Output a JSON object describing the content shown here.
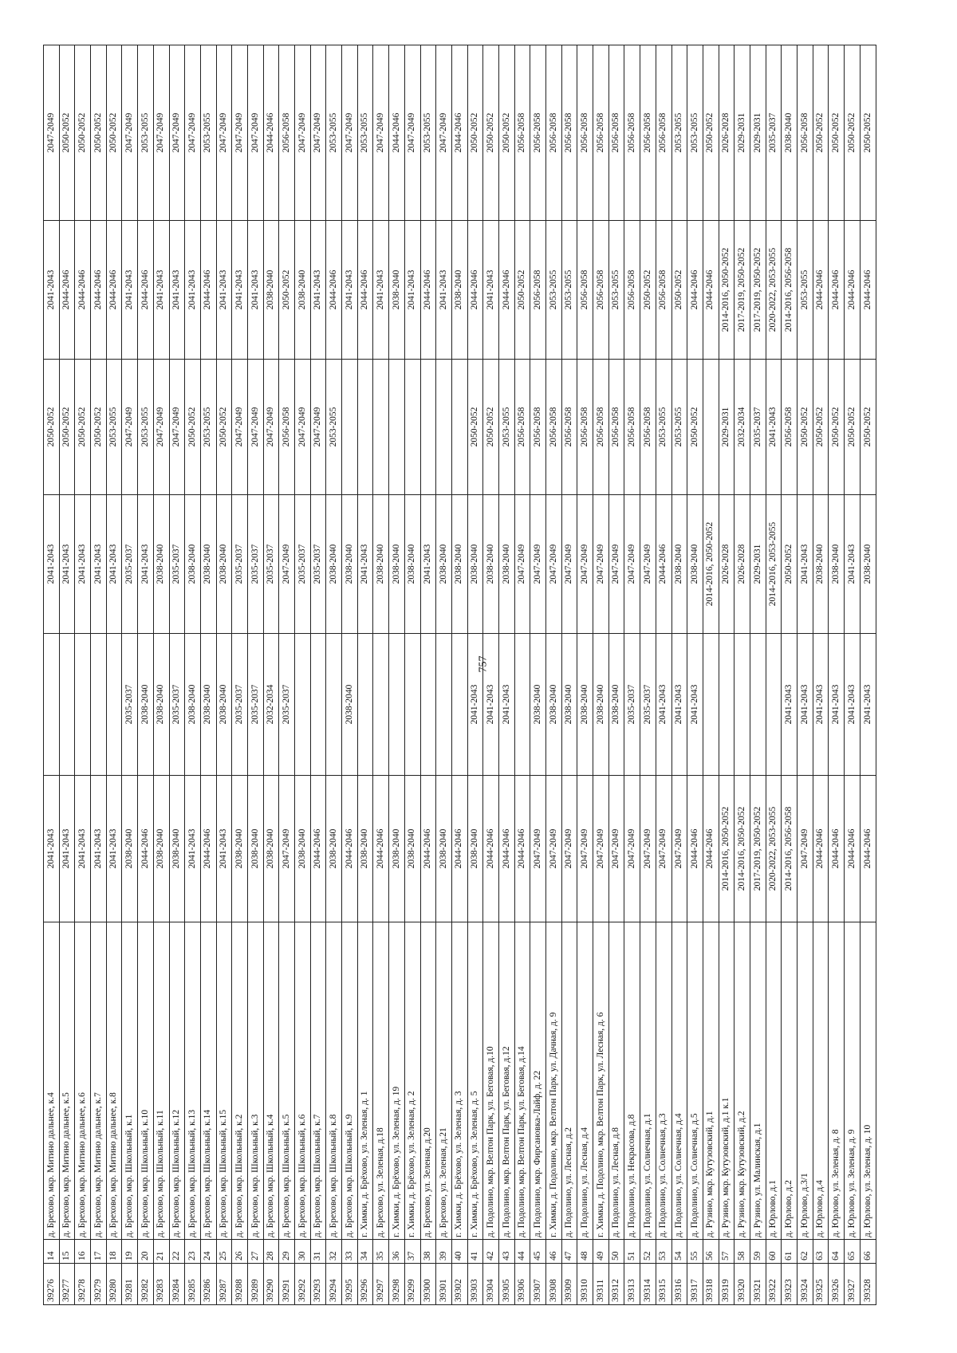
{
  "page_number": "757",
  "table": {
    "rows": [
      [
        "39276",
        "14",
        "д. Брехово, мкр. Митино дальнее, к.4",
        "2041-2043",
        "",
        "2041-2043",
        "2050-2052",
        "2041-2043",
        "2047-2049"
      ],
      [
        "39277",
        "15",
        "д. Брехово, мкр. Митино дальнее, к.5",
        "2041-2043",
        "",
        "2041-2043",
        "2050-2052",
        "2044-2046",
        "2050-2052"
      ],
      [
        "39278",
        "16",
        "д. Брехово, мкр. Митино дальнее, к.6",
        "2041-2043",
        "",
        "2041-2043",
        "2050-2052",
        "2044-2046",
        "2050-2052"
      ],
      [
        "39279",
        "17",
        "д. Брехово, мкр. Митино дальнее, к.7",
        "2041-2043",
        "",
        "2041-2043",
        "2050-2052",
        "2044-2046",
        "2050-2052"
      ],
      [
        "39280",
        "18",
        "д. Брехово, мкр. Митино дальнее, к.8",
        "2041-2043",
        "",
        "2041-2043",
        "2053-2055",
        "2044-2046",
        "2050-2052"
      ],
      [
        "39281",
        "19",
        "д. Брехово, мкр. Школьный, к.1",
        "2038-2040",
        "2035-2037",
        "2035-2037",
        "2047-2049",
        "2041-2043",
        "2047-2049"
      ],
      [
        "39282",
        "20",
        "д. Брехово, мкр. Школьный, к.10",
        "2044-2046",
        "2038-2040",
        "2041-2043",
        "2053-2055",
        "2044-2046",
        "2053-2055"
      ],
      [
        "39283",
        "21",
        "д. Брехово, мкр. Школьный, к.11",
        "2038-2040",
        "2038-2040",
        "2038-2040",
        "2047-2049",
        "2041-2043",
        "2047-2049"
      ],
      [
        "39284",
        "22",
        "д. Брехово, мкр. Школьный, к.12",
        "2038-2040",
        "2035-2037",
        "2035-2037",
        "2047-2049",
        "2041-2043",
        "2047-2049"
      ],
      [
        "39285",
        "23",
        "д. Брехово, мкр. Школьный, к.13",
        "2041-2043",
        "2038-2040",
        "2038-2040",
        "2050-2052",
        "2041-2043",
        "2047-2049"
      ],
      [
        "39286",
        "24",
        "д. Брехово, мкр. Школьный, к.14",
        "2044-2046",
        "2038-2040",
        "2038-2040",
        "2053-2055",
        "2044-2046",
        "2053-2055"
      ],
      [
        "39287",
        "25",
        "д. Брехово, мкр. Школьный, к.15",
        "2041-2043",
        "2038-2040",
        "2038-2040",
        "2050-2052",
        "2041-2043",
        "2047-2049"
      ],
      [
        "39288",
        "26",
        "д. Брехово, мкр. Школьный, к.2",
        "2038-2040",
        "2035-2037",
        "2035-2037",
        "2047-2049",
        "2041-2043",
        "2047-2049"
      ],
      [
        "39289",
        "27",
        "д. Брехово, мкр. Школьный, к.3",
        "2038-2040",
        "2035-2037",
        "2035-2037",
        "2047-2049",
        "2041-2043",
        "2047-2049"
      ],
      [
        "39290",
        "28",
        "д. Брехово, мкр. Школьный, к.4",
        "2038-2040",
        "2032-2034",
        "2035-2037",
        "2047-2049",
        "2038-2040",
        "2044-2046"
      ],
      [
        "39291",
        "29",
        "д. Брехово, мкр. Школьный, к.5",
        "2047-2049",
        "2035-2037",
        "2047-2049",
        "2056-2058",
        "2050-2052",
        "2056-2058"
      ],
      [
        "39292",
        "30",
        "д. Брехово, мкр. Школьный, к.6",
        "2038-2040",
        "",
        "2035-2037",
        "2047-2049",
        "2038-2040",
        "2047-2049"
      ],
      [
        "39293",
        "31",
        "д. Брехово, мкр. Школьный, к.7",
        "2044-2046",
        "",
        "2035-2037",
        "2047-2049",
        "2041-2043",
        "2047-2049"
      ],
      [
        "39294",
        "32",
        "д. Брехово, мкр. Школьный, к.8",
        "2038-2040",
        "",
        "2038-2040",
        "2053-2055",
        "2044-2046",
        "2053-2055"
      ],
      [
        "39295",
        "33",
        "д. Брехово, мкр. Школьный, к.9",
        "2044-2046",
        "2038-2040",
        "2038-2040",
        "",
        "2041-2043",
        "2047-2049"
      ],
      [
        "39296",
        "34",
        "г. Химки, д. Брёхово, ул. Зеленая, д. 1",
        "2038-2040",
        "",
        "2041-2043",
        "",
        "2044-2046",
        "2053-2055"
      ],
      [
        "39297",
        "35",
        "д. Брехово, ул. Зеленая, д.18",
        "2044-2046",
        "",
        "2038-2040",
        "",
        "2041-2043",
        "2047-2049"
      ],
      [
        "39298",
        "36",
        "г. Химки, д. Брёхово, ул. Зеленая, д. 19",
        "2038-2040",
        "",
        "2038-2040",
        "",
        "2038-2040",
        "2044-2046"
      ],
      [
        "39299",
        "37",
        "г. Химки, д. Брёхово, ул. Зеленая, д. 2",
        "2038-2040",
        "",
        "2038-2040",
        "",
        "2041-2043",
        "2047-2049"
      ],
      [
        "39300",
        "38",
        "д. Брехово, ул. Зеленая, д.20",
        "2044-2046",
        "",
        "2041-2043",
        "",
        "2044-2046",
        "2053-2055"
      ],
      [
        "39301",
        "39",
        "д. Брехово, ул. Зеленая, д.21",
        "2038-2040",
        "",
        "2038-2040",
        "",
        "2041-2043",
        "2047-2049"
      ],
      [
        "39302",
        "40",
        "г. Химки, д. Брёхово, ул. Зеленая, д. 3",
        "2044-2046",
        "",
        "2038-2040",
        "",
        "2038-2040",
        "2044-2046"
      ],
      [
        "39303",
        "41",
        "г. Химки, д. Брёхово, ул. Зеленая, д. 5",
        "2038-2040",
        "2041-2043",
        "2038-2040",
        "2050-2052",
        "2044-2046",
        "2050-2052"
      ],
      [
        "39304",
        "42",
        "д. Подолино, мкр. Велтон Парк, ул. Беговая, д.10",
        "2044-2046",
        "2041-2043",
        "2038-2040",
        "2050-2052",
        "2041-2043",
        "2050-2052"
      ],
      [
        "39305",
        "43",
        "д. Подолино, мкр. Велтон Парк, ул. Беговая, д.12",
        "2044-2046",
        "2041-2043",
        "2038-2040",
        "2053-2055",
        "2044-2046",
        "2050-2052"
      ],
      [
        "39306",
        "44",
        "д. Подолино, мкр. Велтон Парк, ул. Беговая, д.14",
        "2044-2046",
        "",
        "2047-2049",
        "2056-2058",
        "2050-2052",
        "2056-2058"
      ],
      [
        "39307",
        "45",
        "д. Подолино, мкр. Фирсановка-Лайф, д. 22",
        "2047-2049",
        "2038-2040",
        "2047-2049",
        "2056-2058",
        "2056-2058",
        "2056-2058"
      ],
      [
        "39308",
        "46",
        "г. Химки, д. Подолино, мкр. Велтон Парк, ул. Дачная, д. 9",
        "2047-2049",
        "2038-2040",
        "2047-2049",
        "2056-2058",
        "2053-2055",
        "2056-2058"
      ],
      [
        "39309",
        "47",
        "д. Подолино, ул. Лесная, д.2",
        "2047-2049",
        "2038-2040",
        "2047-2049",
        "2056-2058",
        "2053-2055",
        "2056-2058"
      ],
      [
        "39310",
        "48",
        "д. Подолино, ул. Лесная, д.4",
        "2047-2049",
        "2038-2040",
        "2047-2049",
        "2056-2058",
        "2056-2058",
        "2056-2058"
      ],
      [
        "39311",
        "49",
        "г. Химки, д. Подолино, мкр. Велтон Парк, ул. Лесная, д. 6",
        "2047-2049",
        "2038-2040",
        "2047-2049",
        "2056-2058",
        "2056-2058",
        "2056-2058"
      ],
      [
        "39312",
        "50",
        "д. Подолино, ул. Лесная, д.8",
        "2047-2049",
        "2038-2040",
        "2047-2049",
        "2056-2058",
        "2053-2055",
        "2056-2058"
      ],
      [
        "39313",
        "51",
        "д. Подолино, ул. Некрасова, д.8",
        "2047-2049",
        "2035-2037",
        "2047-2049",
        "2056-2058",
        "2056-2058",
        "2056-2058"
      ],
      [
        "39314",
        "52",
        "д. Подолино, ул. Солнечная, д.1",
        "2047-2049",
        "2035-2037",
        "2047-2049",
        "2056-2058",
        "2050-2052",
        "2056-2058"
      ],
      [
        "39315",
        "53",
        "д. Подолино, ул. Солнечная, д.3",
        "2047-2049",
        "2041-2043",
        "2044-2046",
        "2053-2055",
        "2056-2058",
        "2056-2058"
      ],
      [
        "39316",
        "54",
        "д. Подолино, ул. Солнечная, д.4",
        "2047-2049",
        "2041-2043",
        "2038-2040",
        "2053-2055",
        "2050-2052",
        "2053-2055"
      ],
      [
        "39317",
        "55",
        "д. Подолино, ул. Солнечная, д.5",
        "2044-2046",
        "2041-2043",
        "2038-2040",
        "2050-2052",
        "2044-2046",
        "2053-2055"
      ],
      [
        "39318",
        "56",
        "д. Рузино, мкр. Кутузовский, д.1",
        "2044-2046",
        "",
        "2014-2016, 2050-2052",
        "",
        "2044-2046",
        "2050-2052"
      ],
      [
        "39319",
        "57",
        "д. Рузино, мкр. Кутузовский, д.1 к.1",
        "2014-2016, 2050-2052",
        "",
        "2026-2028",
        "2029-2031",
        "2014-2016, 2050-2052",
        "2026-2028"
      ],
      [
        "39320",
        "58",
        "д. Рузино, мкр. Кутузовский, д.2",
        "2014-2016, 2050-2052",
        "",
        "2026-2028",
        "2032-2034",
        "2017-2019, 2050-2052",
        "2029-2031"
      ],
      [
        "39321",
        "59",
        "д. Рузино, ул. Малинская, д.1",
        "2017-2019, 2050-2052",
        "",
        "2029-2031",
        "2035-2037",
        "2017-2019, 2050-2052",
        "2029-2031"
      ],
      [
        "39322",
        "60",
        "д. Юрлово, д.1",
        "2020-2022, 2053-2055",
        "",
        "2014-2016, 2053-2055",
        "2041-2043",
        "2020-2022, 2053-2055",
        "2035-2037"
      ],
      [
        "39323",
        "61",
        "д. Юрлово, д.2",
        "2014-2016, 2056-2058",
        "2041-2043",
        "2050-2052",
        "2056-2058",
        "2014-2016, 2056-2058",
        "2038-2040"
      ],
      [
        "39324",
        "62",
        "д. Юрлово, д.3/1",
        "2047-2049",
        "2041-2043",
        "2041-2043",
        "2050-2052",
        "2053-2055",
        "2056-2058"
      ],
      [
        "39325",
        "63",
        "д. Юрлово, д.4",
        "2044-2046",
        "2041-2043",
        "2038-2040",
        "2050-2052",
        "2044-2046",
        "2050-2052"
      ],
      [
        "39326",
        "64",
        "д. Юрлово, ул. Зеленая, д. 8",
        "2044-2046",
        "2041-2043",
        "2038-2040",
        "2050-2052",
        "2044-2046",
        "2050-2052"
      ],
      [
        "39327",
        "65",
        "д. Юрлово, ул. Зеленая, д. 9",
        "2044-2046",
        "2041-2043",
        "2041-2043",
        "2050-2052",
        "2044-2046",
        "2050-2052"
      ],
      [
        "39328",
        "66",
        "д. Юрлово, ул. Зеленая, д. 10",
        "2044-2046",
        "2041-2043",
        "2038-2040",
        "2050-2052",
        "2044-2046",
        "2050-2052"
      ]
    ]
  }
}
